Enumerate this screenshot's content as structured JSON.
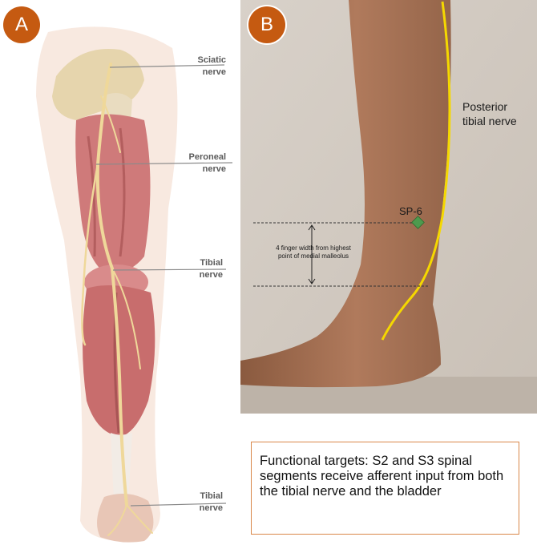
{
  "panel_a": {
    "badge": "A",
    "labels": {
      "sciatic": [
        "Sciatic",
        "nerve"
      ],
      "peroneal": [
        "Peroneal",
        "nerve"
      ],
      "tibial_thigh": [
        "Tibial",
        "nerve"
      ],
      "tibial_ankle": [
        "Tibial",
        "nerve"
      ]
    }
  },
  "panel_b": {
    "badge": "B",
    "posterior_tibial": [
      "Posterior",
      "tibial nerve"
    ],
    "sp6": "SP-6",
    "finger_width": [
      "4 finger width from highest",
      "point of medial malleolus"
    ]
  },
  "functional_targets": "Functional targets: S2 and S3 spinal segments receive afferent input from both the tibial nerve and the bladder",
  "colors": {
    "badge": "#c55a11",
    "nerve_line": "#f5d800",
    "sp6_marker": "#4e9a4e",
    "box_border": "#d9874a"
  }
}
